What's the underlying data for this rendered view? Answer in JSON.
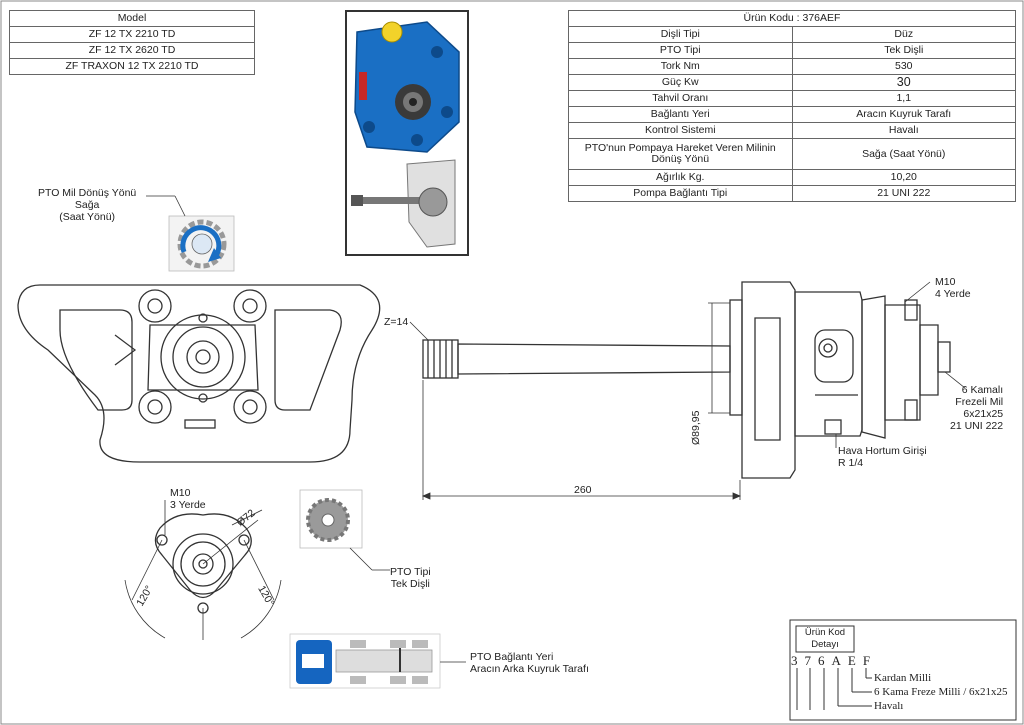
{
  "model_table": {
    "header": "Model",
    "rows": [
      "ZF 12 TX 2210 TD",
      "ZF 12 TX 2620 TD",
      "ZF TRAXON 12 TX 2210 TD"
    ]
  },
  "spec_table": {
    "title": "Ürün Kodu : 376AEF",
    "rows": [
      {
        "label": "Dişli Tipi",
        "value": "Düz"
      },
      {
        "label": "PTO Tipi",
        "value": "Tek Dişli"
      },
      {
        "label": "Tork Nm",
        "value": "530"
      },
      {
        "label": "Güç Kw",
        "value": "30"
      },
      {
        "label": "Tahvil Oranı",
        "value": "1,1"
      },
      {
        "label": "Bağlantı Yeri",
        "value": "Aracın Kuyruk Tarafı"
      },
      {
        "label": "Kontrol Sistemi",
        "value": "Havalı"
      },
      {
        "label": "PTO'nun Pompaya Hareket Veren Milinin Dönüş Yönü",
        "value": "Sağa (Saat Yönü)"
      },
      {
        "label": "Ağırlık Kg.",
        "value": "10,20"
      },
      {
        "label": "Pompa Bağlantı Tipi",
        "value": "21 UNI 222"
      }
    ]
  },
  "callouts": {
    "rotation": [
      "PTO Mil Dönüş Yönü",
      "Sağa",
      "(Saat Yönü)"
    ],
    "z14": "Z=14",
    "m10_4": [
      "M10",
      "4 Yerde"
    ],
    "spline": [
      "6 Kamalı",
      "Frezeli Mil",
      "6x21x25",
      "21 UNI 222"
    ],
    "dia_8995": "Ø89,95",
    "air_inlet": [
      "Hava Hortum Girişi",
      "R 1/4"
    ],
    "len_260": "260",
    "m10_3": [
      "M10",
      "3 Yerde"
    ],
    "dia_72": "Ø72",
    "angle_left": "120°",
    "angle_right": "120°",
    "pto_type": [
      "PTO Tipi",
      "Tek Dişli"
    ],
    "pto_location": [
      "PTO Bağlantı Yeri",
      "Aracın Arka Kuyruk Tarafı"
    ]
  },
  "code_detail": {
    "header": [
      "Ürün Kod",
      "Detayı"
    ],
    "code": [
      "3",
      "7",
      "6",
      "A",
      "E",
      "F"
    ],
    "legend": [
      "Kardan Milli",
      "6 Kama Freze Milli / 6x21x25",
      "Havalı"
    ]
  },
  "colors": {
    "pto_blue": "#1a6fc4",
    "truck_blue": "#1565c0",
    "line": "#333333"
  }
}
